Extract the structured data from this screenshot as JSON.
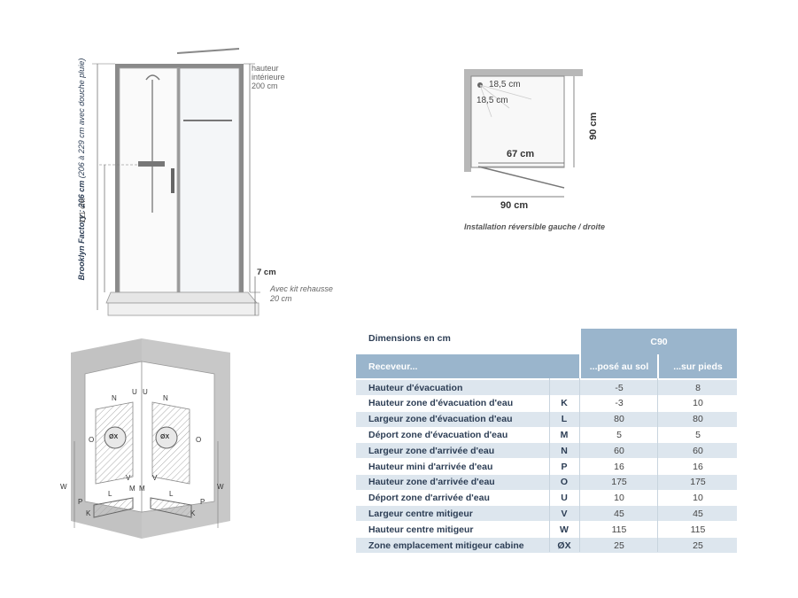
{
  "cabin_diagram": {
    "height_label": "Brooklyn Factory : 206 cm",
    "height_label_note": "(206 à 229 cm avec douche pluie)",
    "inner_height": [
      "hauteur",
      "intérieure",
      "200 cm"
    ],
    "mixer_height": "111 cm",
    "tray_height": "7 cm",
    "kit_note": [
      "Avec kit rehausse",
      "20 cm"
    ]
  },
  "plan_diagram": {
    "corner_dim_1": "18,5 cm",
    "corner_dim_2": "18,5 cm",
    "door_width": "67 cm",
    "depth": "90 cm",
    "width": "90 cm",
    "caption": "Installation réversible gauche / droite"
  },
  "wall_diagram": {
    "letters": [
      "N",
      "U",
      "U",
      "N",
      "O",
      "O",
      "ØX",
      "ØX",
      "V",
      "V",
      "W",
      "W",
      "L",
      "M",
      "M",
      "L",
      "P",
      "P",
      "K",
      "K"
    ]
  },
  "table": {
    "title": "Dimensions en cm",
    "model": "C90",
    "sub_label": "Receveur...",
    "col1": "...posé au sol",
    "col2": "...sur pieds",
    "rows": [
      {
        "label": "Hauteur d'évacuation",
        "letter": "",
        "v1": "-5",
        "v2": "8"
      },
      {
        "label": "Hauteur zone d'évacuation d'eau",
        "letter": "K",
        "v1": "-3",
        "v2": "10"
      },
      {
        "label": "Largeur zone d'évacuation d'eau",
        "letter": "L",
        "v1": "80",
        "v2": "80"
      },
      {
        "label": "Déport zone d'évacuation d'eau",
        "letter": "M",
        "v1": "5",
        "v2": "5"
      },
      {
        "label": "Largeur zone d'arrivée d'eau",
        "letter": "N",
        "v1": "60",
        "v2": "60"
      },
      {
        "label": "Hauteur mini d'arrivée d'eau",
        "letter": "P",
        "v1": "16",
        "v2": "16"
      },
      {
        "label": "Hauteur zone d'arrivée d'eau",
        "letter": "O",
        "v1": "175",
        "v2": "175"
      },
      {
        "label": "Déport zone d'arrivée d'eau",
        "letter": "U",
        "v1": "10",
        "v2": "10"
      },
      {
        "label": "Largeur centre mitigeur",
        "letter": "V",
        "v1": "45",
        "v2": "45"
      },
      {
        "label": "Hauteur centre mitigeur",
        "letter": "W",
        "v1": "115",
        "v2": "115"
      },
      {
        "label": "Zone emplacement mitigeur cabine",
        "letter": "ØX",
        "v1": "25",
        "v2": "25"
      }
    ]
  },
  "colors": {
    "header_blue": "#9ab5cc",
    "row_tint": "#dde6ee",
    "label_navy": "#2d3e55",
    "wall_grey": "#b8b8b8"
  }
}
